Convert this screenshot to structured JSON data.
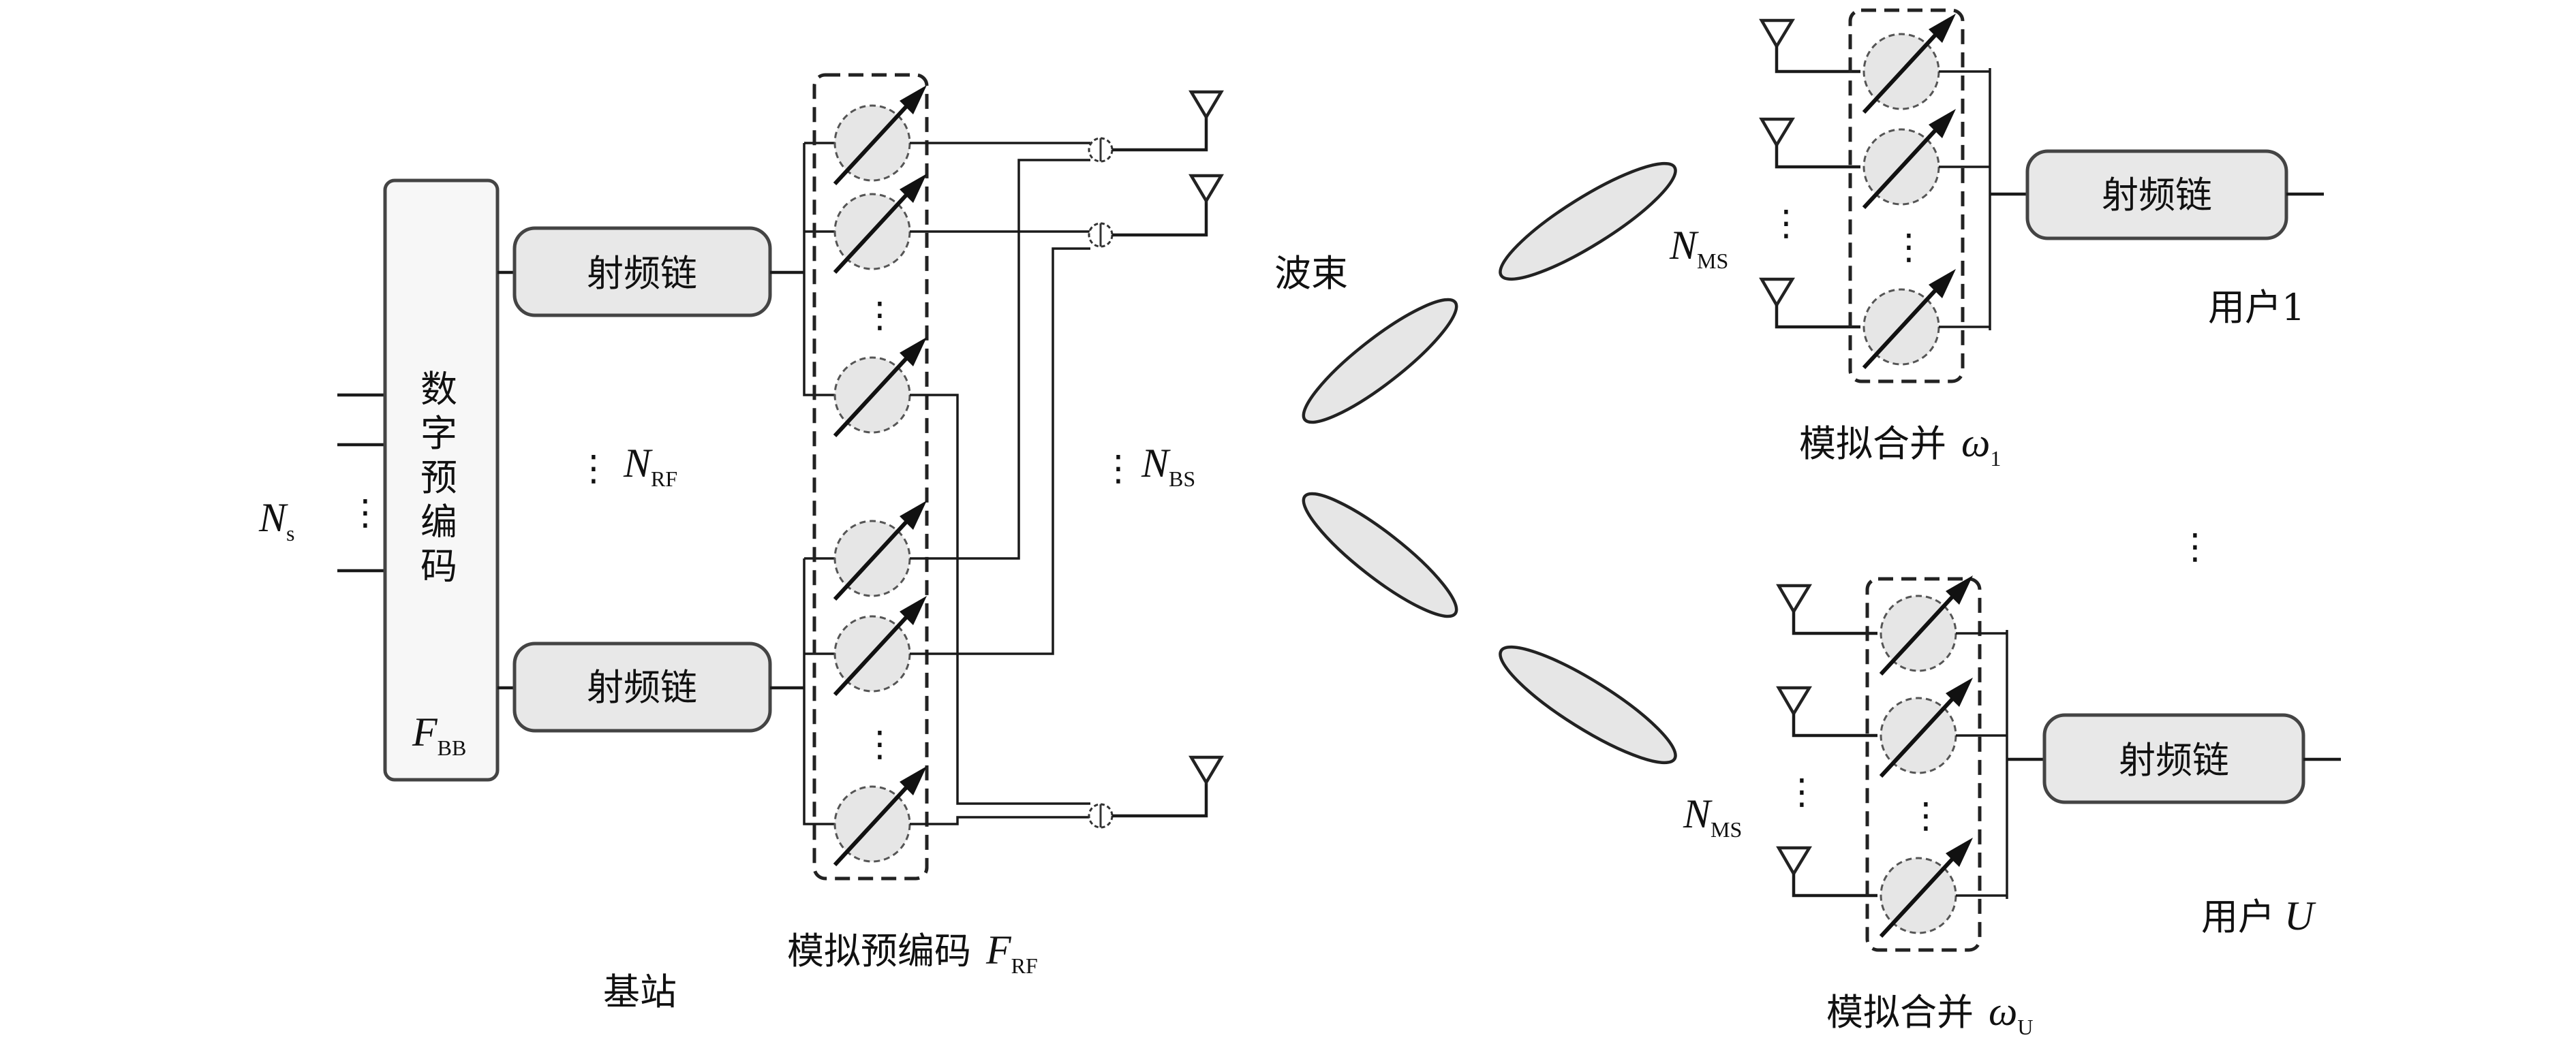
{
  "labels": {
    "rf_chain": "射频链",
    "digital_precoder_chars": [
      "数",
      "字",
      "预",
      "编",
      "码"
    ],
    "F_BB": {
      "main": "F",
      "sub": "BB"
    },
    "N_s": {
      "main": "N",
      "sub": "s"
    },
    "N_RF": {
      "main": "N",
      "sub": "RF"
    },
    "N_BS": {
      "main": "N",
      "sub": "BS"
    },
    "N_MS": {
      "main": "N",
      "sub": "MS"
    },
    "analog_precoder": "模拟预编码",
    "F_RF": {
      "main": "F",
      "sub": "RF"
    },
    "base_station": "基站",
    "beam": "波束",
    "analog_combine": "模拟合并",
    "omega_1": {
      "main": "ω",
      "sub": "1"
    },
    "omega_U": {
      "main": "ω",
      "sub": "U"
    },
    "user_1": "用户1",
    "user_U_prefix": "用户",
    "user_U_var": "U",
    "vdots": "⋮"
  }
}
